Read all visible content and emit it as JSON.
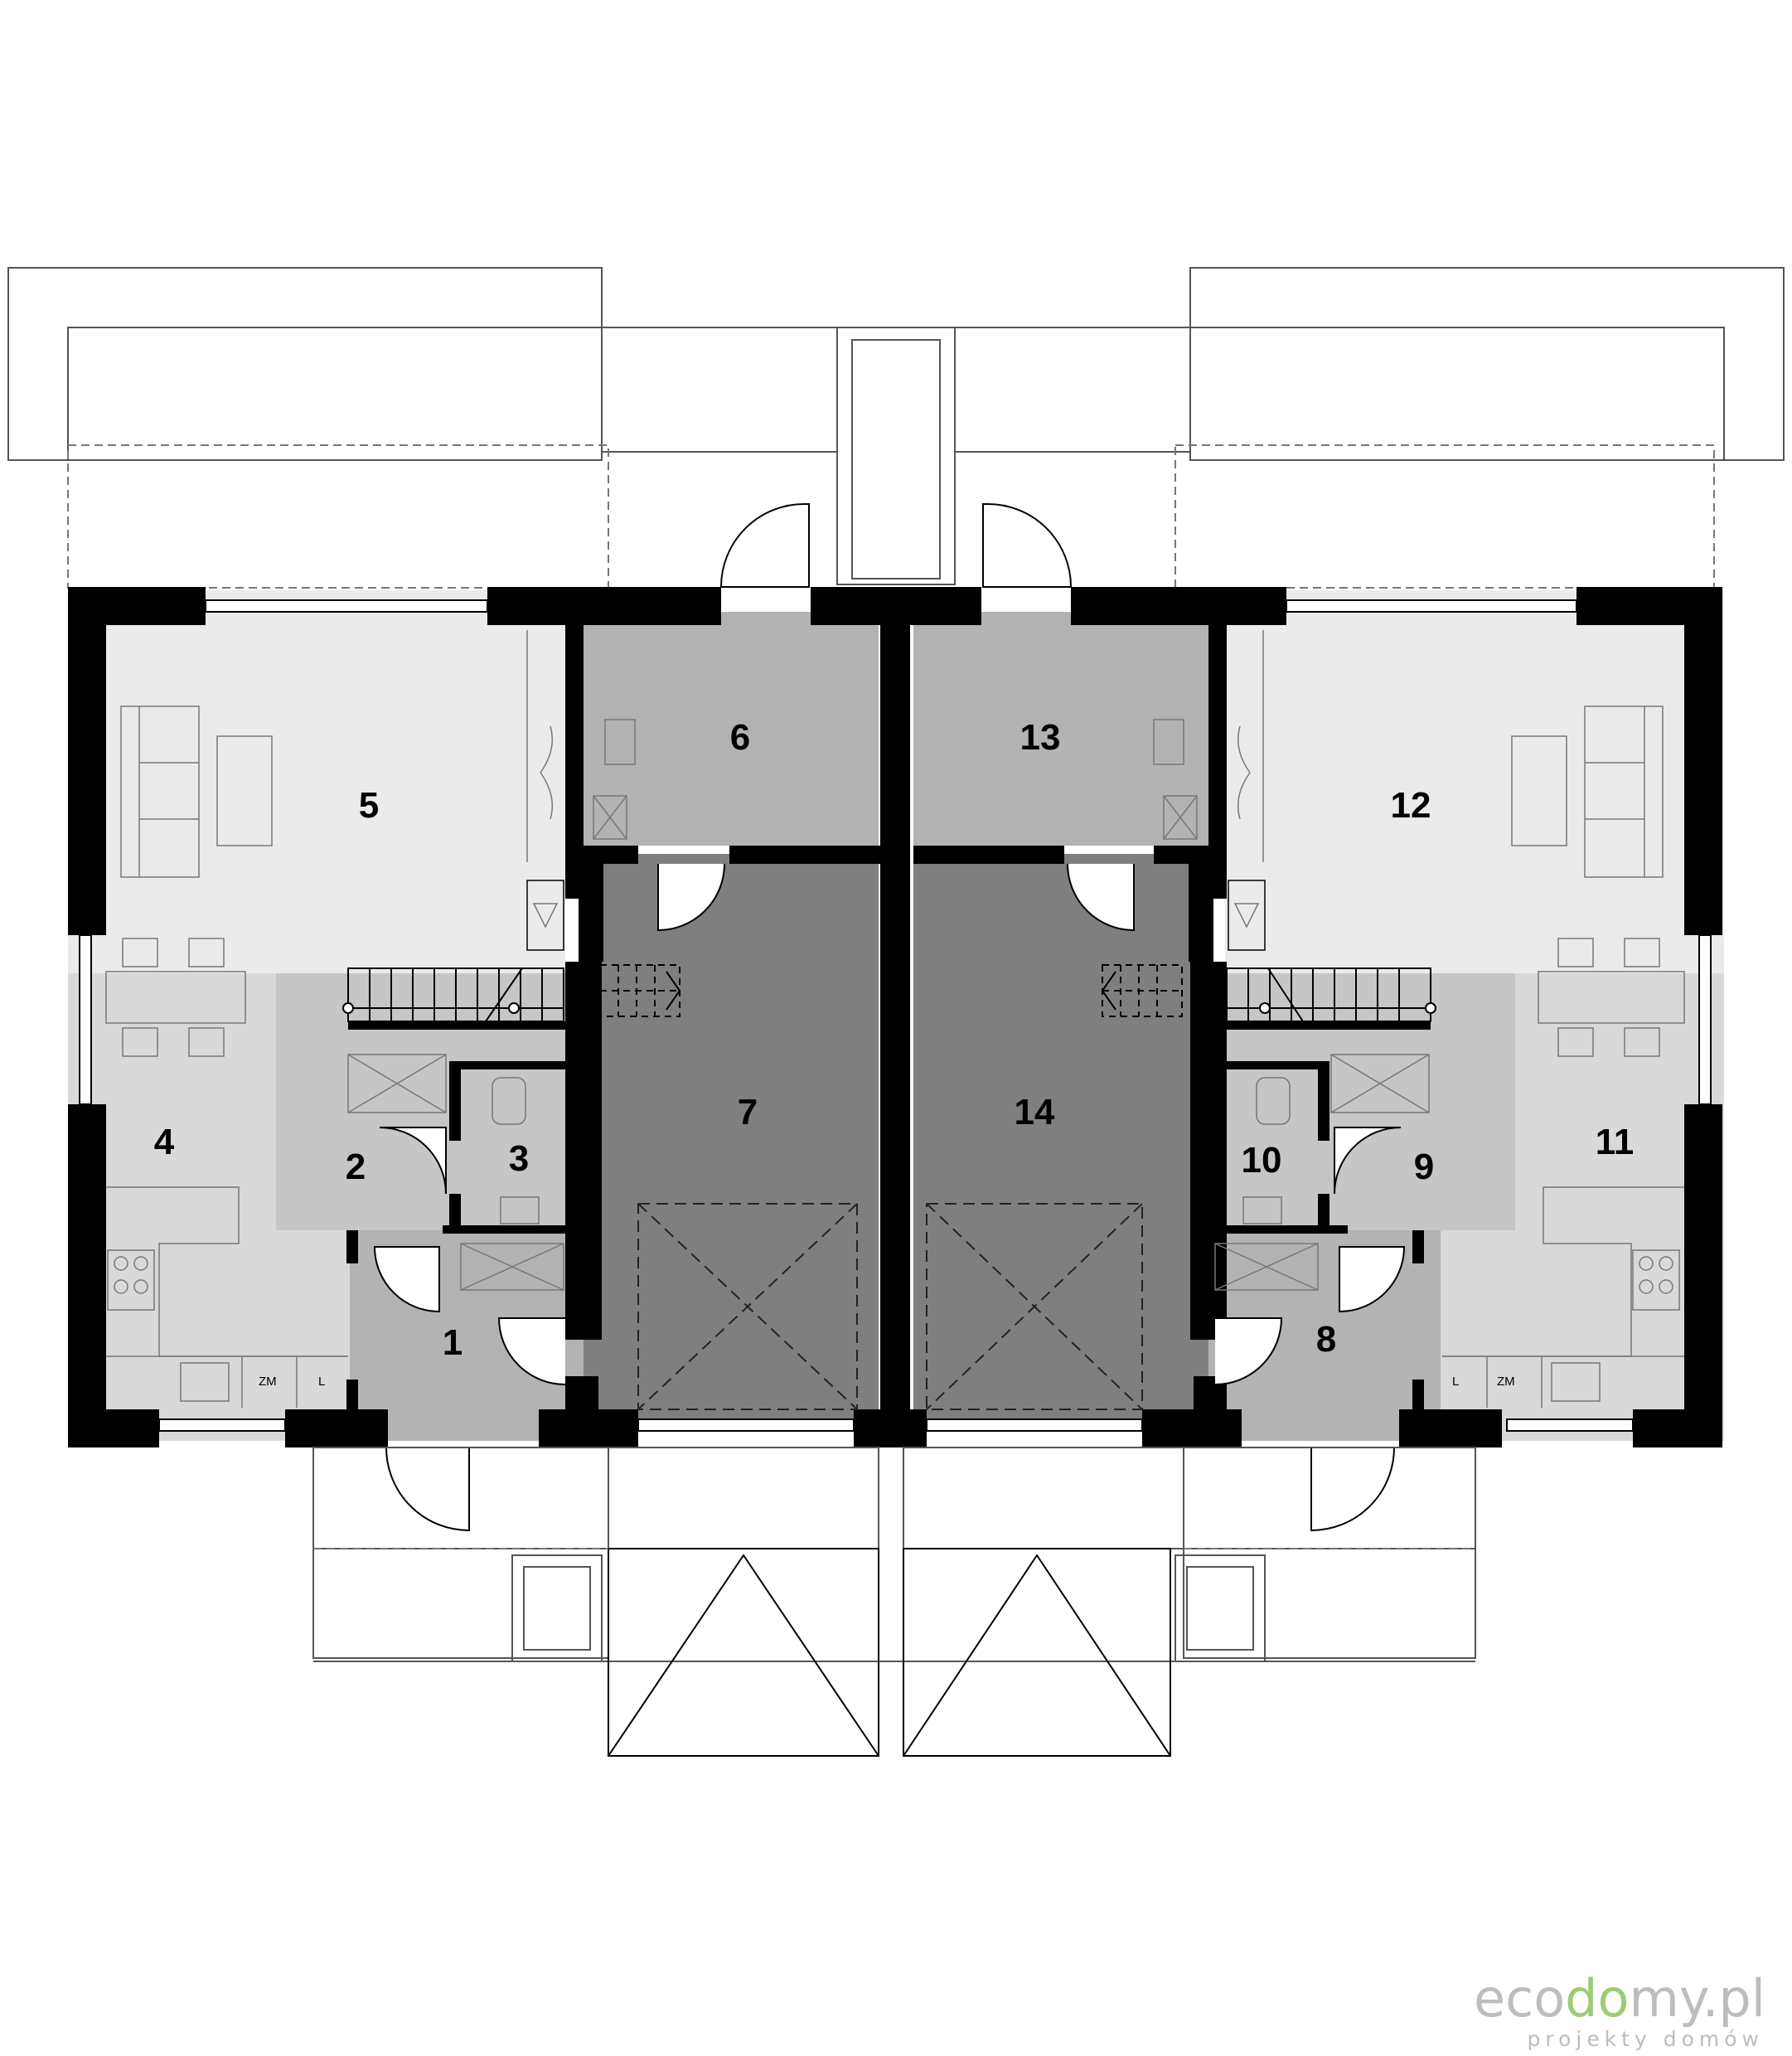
{
  "colors": {
    "wall": "#000000",
    "garage": "#7f7f7f",
    "service": "#b3b3b3",
    "hall": "#c6c6c6",
    "kitchen": "#d9d9d9",
    "living": "#ebebeb",
    "outline": "#555555",
    "watermark_main": "#bdbdbd",
    "watermark_accent": "#9ccd74"
  },
  "rooms": [
    {
      "id": "room-1",
      "label": "1"
    },
    {
      "id": "room-2",
      "label": "2"
    },
    {
      "id": "room-3",
      "label": "3"
    },
    {
      "id": "room-4",
      "label": "4"
    },
    {
      "id": "room-5",
      "label": "5"
    },
    {
      "id": "room-6",
      "label": "6"
    },
    {
      "id": "room-7",
      "label": "7"
    },
    {
      "id": "room-8",
      "label": "8"
    },
    {
      "id": "room-9",
      "label": "9"
    },
    {
      "id": "room-10",
      "label": "10"
    },
    {
      "id": "room-11",
      "label": "11"
    },
    {
      "id": "room-12",
      "label": "12"
    },
    {
      "id": "room-13",
      "label": "13"
    },
    {
      "id": "room-14",
      "label": "14"
    }
  ],
  "appliances": {
    "fridge": "ZM",
    "dishwasher": "L"
  },
  "watermark": {
    "main_before": "eco",
    "main_accent": "do",
    "main_after": "my.pl",
    "sub": "projekty domów"
  }
}
